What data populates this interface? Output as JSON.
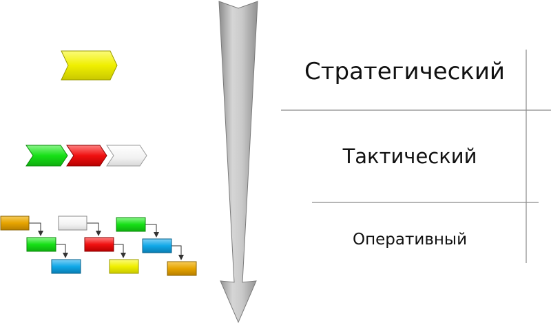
{
  "levels": {
    "strategic": "Стратегический",
    "tactical": "Тактический",
    "operational": "Оперативный"
  },
  "colors": {
    "yellow": "#f0ef00",
    "green": "#16e016",
    "red": "#f01010",
    "white": "#f5f5f5",
    "orange": "#e6a400",
    "blue": "#10a8e8",
    "arrow_fill": "#b8b8b8",
    "divider": "#8a8a8a"
  },
  "icons": {
    "big_arrow": "down-arrow-icon",
    "chevron": "chevron-shape",
    "process_box": "process-box-shape"
  }
}
